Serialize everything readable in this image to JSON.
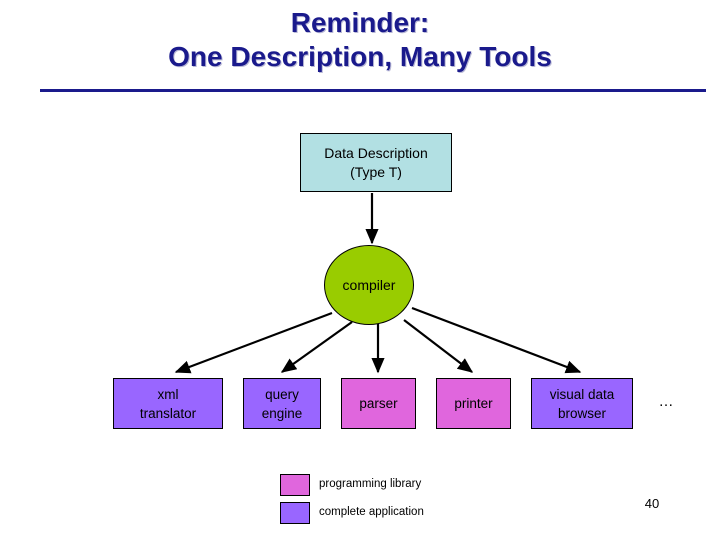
{
  "slide": {
    "title_lines": [
      "Reminder:",
      "One Description, Many Tools"
    ],
    "page_number": "40",
    "ellipsis": "…"
  },
  "colors": {
    "title_text": "#1a1a8c",
    "rule": "#1a1a8c",
    "description_box": "#b2e0e3",
    "compiler_ellipse": "#99cc00",
    "programming_library": "#e066dd",
    "complete_application": "#9966ff",
    "outline": "#000000",
    "background": "#ffffff"
  },
  "diagram": {
    "source": {
      "name": "data-description",
      "lines": [
        "Data Description",
        "(Type T)"
      ]
    },
    "processor": {
      "name": "compiler",
      "label": "compiler"
    },
    "tools": [
      {
        "id": "xml-translator",
        "lines": [
          "xml",
          "translator"
        ],
        "category": "complete application"
      },
      {
        "id": "query-engine",
        "lines": [
          "query",
          "engine"
        ],
        "category": "complete application"
      },
      {
        "id": "parser",
        "lines": [
          "parser"
        ],
        "category": "programming library"
      },
      {
        "id": "printer",
        "lines": [
          "printer"
        ],
        "category": "programming library"
      },
      {
        "id": "visual-data-browser",
        "lines": [
          "visual data",
          "browser"
        ],
        "category": "complete application"
      }
    ]
  },
  "legend": {
    "items": [
      {
        "swatch": "#e066dd",
        "label": "programming library"
      },
      {
        "swatch": "#9966ff",
        "label": "complete application"
      }
    ]
  }
}
